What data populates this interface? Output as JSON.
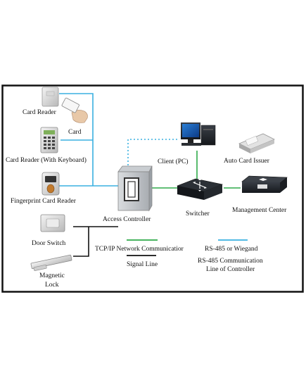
{
  "diagram": {
    "devices": {
      "card_reader": "Card Reader",
      "card": "Card",
      "card_reader_keyboard": "Card Reader (With Keyboard)",
      "fingerprint_reader": "Fingerprint Card Reader",
      "door_switch": "Door Switch",
      "magnetic_lock_line1": "Magnetic",
      "magnetic_lock_line2": "Lock",
      "access_controller": "Access Controller",
      "client_pc": "Client (PC)",
      "auto_card_issuer": "Auto Card Issuer",
      "switcher": "Switcher",
      "management_center": "Management Center"
    },
    "legend": {
      "tcpip": "TCP/IP Network Communicatior",
      "signal": "Signal Line",
      "rs485_wiegand": "RS-485 or Wiegand",
      "rs485_controller_line1": "RS-485 Communication",
      "rs485_controller_line2": "Line of Controller"
    },
    "colors": {
      "tcpip_line": "#2eaa4a",
      "rs485_line": "#3ab0e0",
      "signal_line": "#111111",
      "frame": "#111111"
    }
  }
}
